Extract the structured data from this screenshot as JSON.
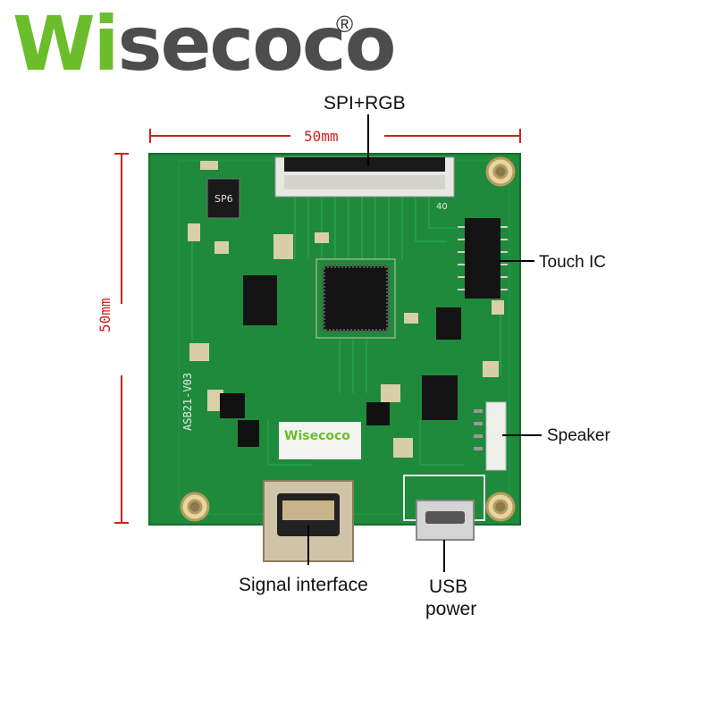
{
  "brand": {
    "name": "Wisecoco",
    "registered_mark": "®",
    "green": "#6cbd2b",
    "gray": "#4d4d4d"
  },
  "labels": {
    "top_connector": "SPI+RGB",
    "right_upper": "Touch IC",
    "right_lower": "Speaker",
    "bottom_left": "Signal interface",
    "bottom_right_line1": "USB",
    "bottom_right_line2": "power"
  },
  "dimensions": {
    "width": "50mm",
    "height": "50mm",
    "color": "#cc2222"
  },
  "silkscreen": {
    "board_id": "ASB21-V03",
    "chip_mark": "SP6",
    "connector_pin": "40"
  },
  "board_color": "#1f8a3c"
}
